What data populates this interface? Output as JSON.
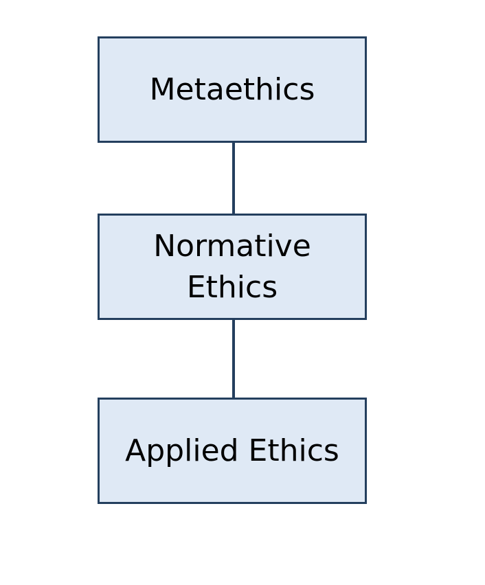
{
  "diagram": {
    "nodes": [
      {
        "label": "Metaethics"
      },
      {
        "label": "Normative\nEthics"
      },
      {
        "label": "Applied Ethics"
      }
    ],
    "colors": {
      "node_fill": "#dfe9f5",
      "node_border": "#243f5e",
      "connector": "#243f5e",
      "text": "#000000",
      "background": "#ffffff"
    }
  }
}
